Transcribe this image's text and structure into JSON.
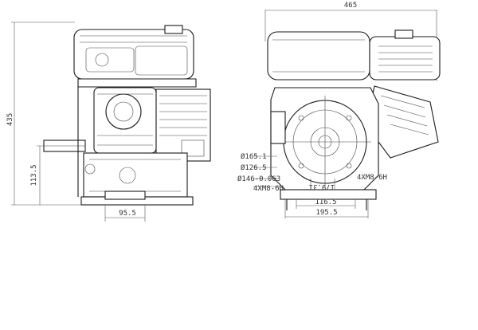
{
  "dimensions": {
    "overall_width": "465",
    "overall_height": "435",
    "shaft_height": "113.5",
    "side_offset": "95.5",
    "d1": "Ø165.1",
    "d2": "Ø126.5",
    "d3": "Ø146-0.063",
    "bolt_left": "4XM8-6H",
    "bolt_right": "4XM8-6H",
    "center_span": "179.31",
    "base_inner": "116.5",
    "base_outer": "195.5"
  }
}
